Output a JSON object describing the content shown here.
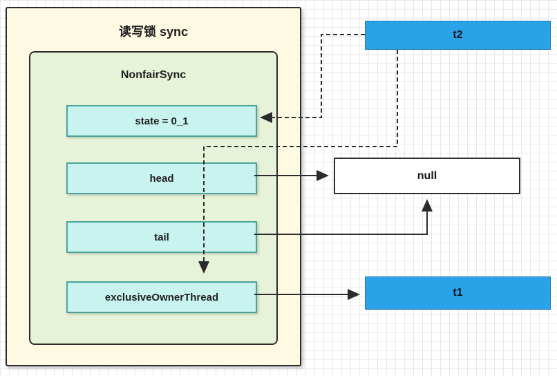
{
  "diagram": {
    "outer_title": "读写锁 sync",
    "inner_title": "NonfairSync",
    "fields": [
      {
        "label": "state = 0_1"
      },
      {
        "label": "head"
      },
      {
        "label": "tail"
      },
      {
        "label": "exclusiveOwnerThread"
      }
    ],
    "nodes": {
      "t2": "t2",
      "null": "null",
      "t1": "t1"
    }
  },
  "colors": {
    "outer-fill": "#fdf9e3",
    "inner-fill": "#e6f3d8",
    "field-fill": "#c9f3ee",
    "field-border": "#4aa49d",
    "thread-fill": "#2aa2e8",
    "grid": "#e9e9e9",
    "arrow": "#2b2b2b"
  }
}
